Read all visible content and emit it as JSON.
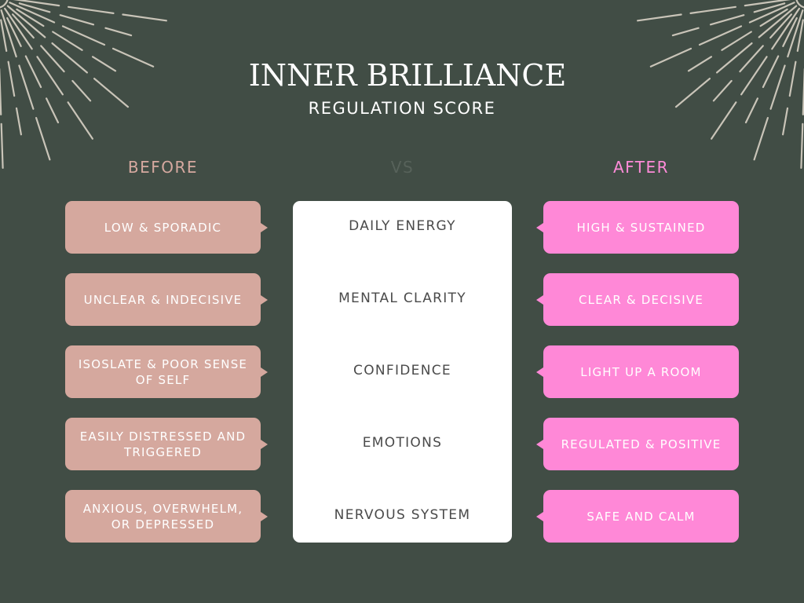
{
  "header": {
    "title": "INNER BRILLIANCE",
    "subtitle": "REGULATION SCORE"
  },
  "columns": {
    "before": "BEFORE",
    "vs": "VS",
    "after": "AFTER"
  },
  "rows": [
    {
      "metric": "DAILY ENERGY",
      "before": "LOW & SPORADIC",
      "after": "HIGH & SUSTAINED"
    },
    {
      "metric": "MENTAL CLARITY",
      "before": "UNCLEAR & INDECISIVE",
      "after": "CLEAR & DECISIVE"
    },
    {
      "metric": "CONFIDENCE",
      "before": "ISOSLATE & POOR SENSE OF SELF",
      "after": "LIGHT UP A ROOM"
    },
    {
      "metric": "EMOTIONS",
      "before": "EASILY DISTRESSED AND TRIGGERED",
      "after": "REGULATED & POSITIVE"
    },
    {
      "metric": "NERVOUS SYSTEM",
      "before": "ANXIOUS, OVERWHELM, OR DEPRESSED",
      "after": "SAFE AND CALM"
    }
  ],
  "colors": {
    "background": "#414d45",
    "before": "#d5a89e",
    "after": "#ff88d7",
    "panel": "#ffffff",
    "metric_text": "#4a4a4a",
    "rays": "#c9c4b8"
  }
}
